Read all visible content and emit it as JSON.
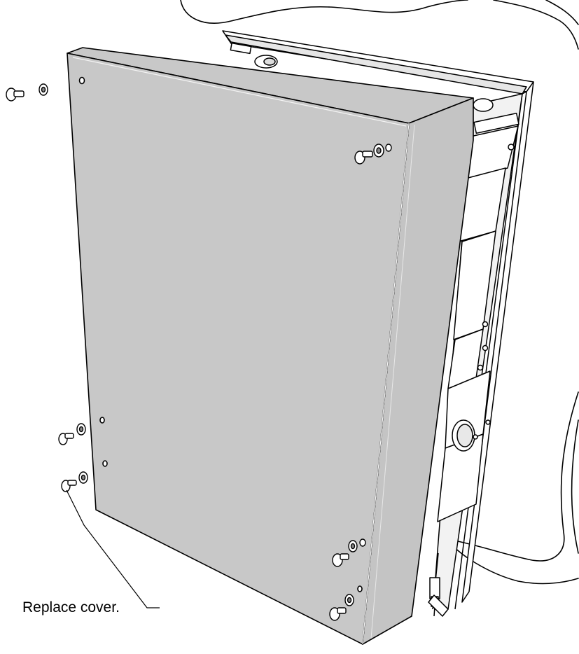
{
  "diagram": {
    "callout": {
      "label": "Replace cover."
    },
    "colors": {
      "cover_face": "#c8c8c8",
      "cover_side": "#c4c4c4",
      "outline": "#000000",
      "background": "#ffffff",
      "highlight": "#f2f2f2"
    },
    "parts": {
      "cover": "enclosure-cover",
      "housing": "enclosure-housing",
      "fasteners": "screw-and-washer-set"
    }
  }
}
